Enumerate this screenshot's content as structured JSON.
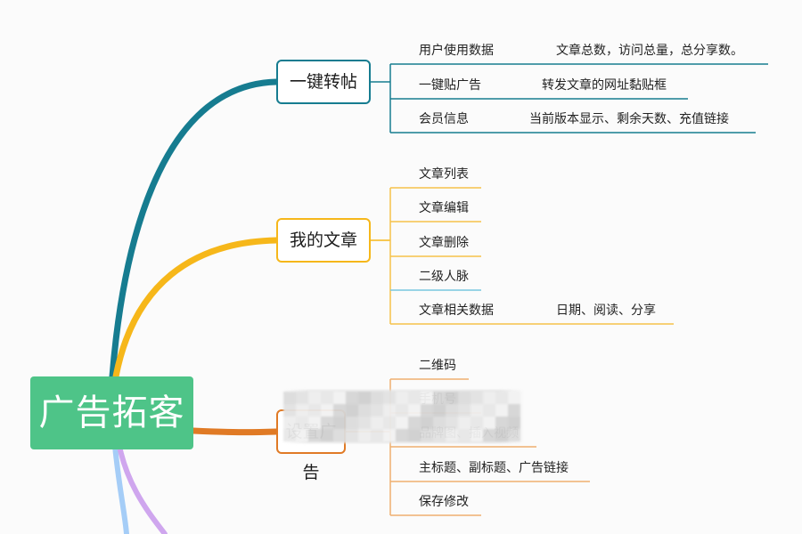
{
  "root": {
    "label": "广告拓客"
  },
  "branches": [
    {
      "id": "b1",
      "label": "一键转帖",
      "color": "#167c90",
      "leaves": [
        {
          "label": "用户使用数据",
          "detail": "文章总数，访问总量，总分享数。"
        },
        {
          "label": "一键贴广告",
          "detail": "转发文章的网址黏贴框"
        },
        {
          "label": "会员信息",
          "detail": "当前版本显示、剩余天数、充值链接"
        }
      ]
    },
    {
      "id": "b2",
      "label": "我的文章",
      "color": "#f6b71a",
      "leaves": [
        {
          "label": "文章列表",
          "detail": ""
        },
        {
          "label": "文章编辑",
          "detail": ""
        },
        {
          "label": "文章删除",
          "detail": ""
        },
        {
          "label": "二级人脉",
          "detail": ""
        },
        {
          "label": "文章相关数据",
          "detail": "日期、阅读、分享"
        }
      ]
    },
    {
      "id": "b3",
      "label": "设置广告",
      "color": "#e07a25",
      "leaves": [
        {
          "label": "二维码",
          "detail": ""
        },
        {
          "label": "手机号",
          "detail": ""
        },
        {
          "label": "品牌图、插入视频",
          "detail": ""
        },
        {
          "label": "主标题、副标题、广告链接",
          "detail": ""
        },
        {
          "label": "保存修改",
          "detail": ""
        }
      ]
    }
  ],
  "extra_link_colors": [
    "#a5cdf7",
    "#cfa6ee"
  ],
  "leaf_line_colors": {
    "b1": "#167c90",
    "b2_default": "#f6c14b",
    "b2_alt": "#78c7e0",
    "b3": "#f0b070"
  }
}
